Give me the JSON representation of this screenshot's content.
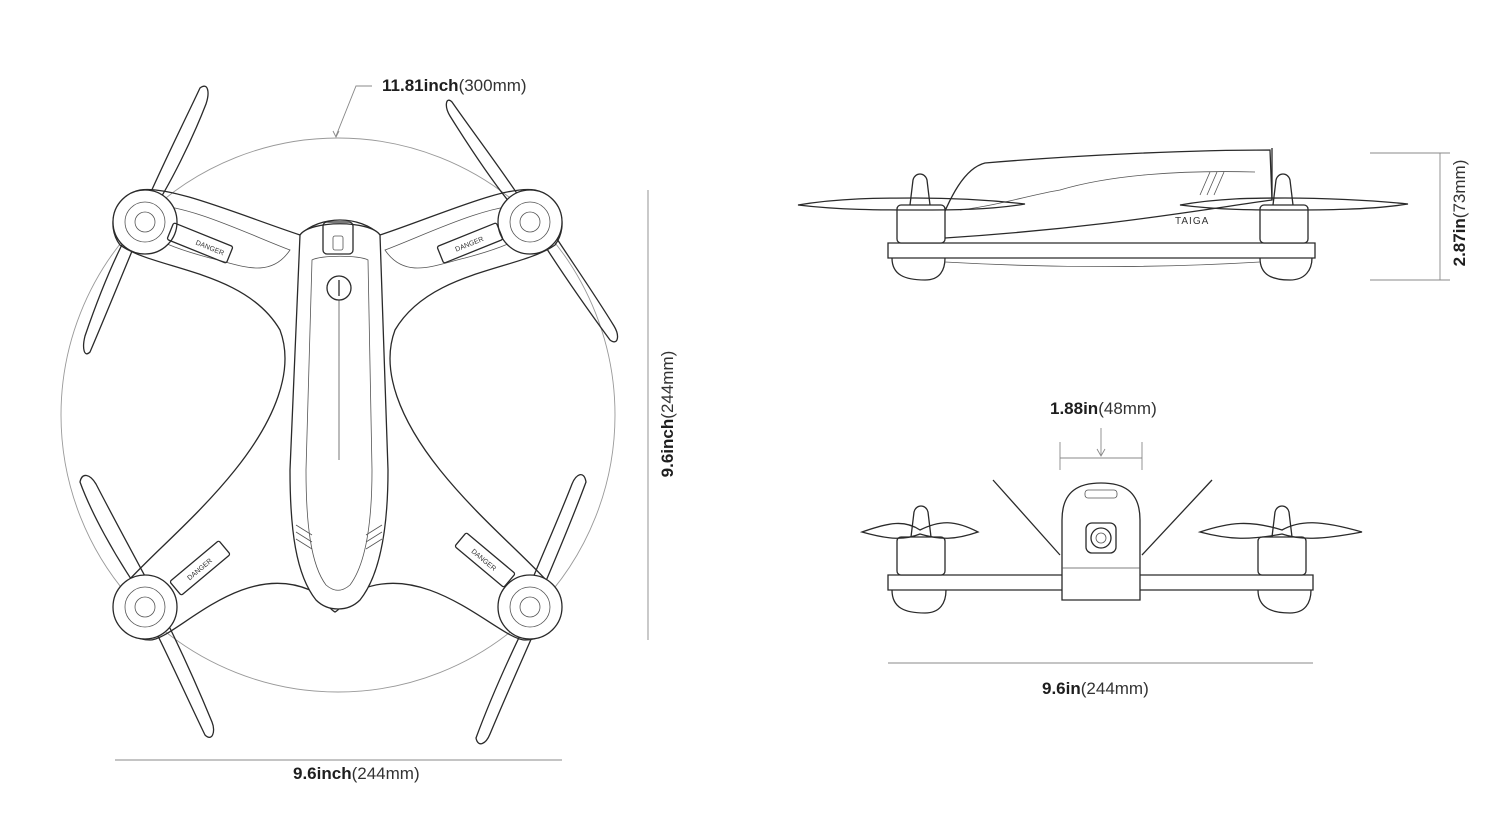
{
  "top_view": {
    "diagonal_dim": {
      "value": "11.81inch",
      "unit": "(300mm)"
    },
    "height_dim": {
      "value": "9.6inch",
      "unit": "(244mm)"
    },
    "width_dim": {
      "value": "9.6inch",
      "unit": "(244mm)"
    },
    "arm_label": "DANGER"
  },
  "side_view": {
    "height_dim": {
      "value": "2.87in",
      "unit": "(73mm)"
    },
    "brand_text": "TAIGA"
  },
  "front_view": {
    "camera_dim": {
      "value": "1.88in",
      "unit": "(48mm)"
    },
    "width_dim": {
      "value": "9.6in",
      "unit": "(244mm)"
    }
  }
}
